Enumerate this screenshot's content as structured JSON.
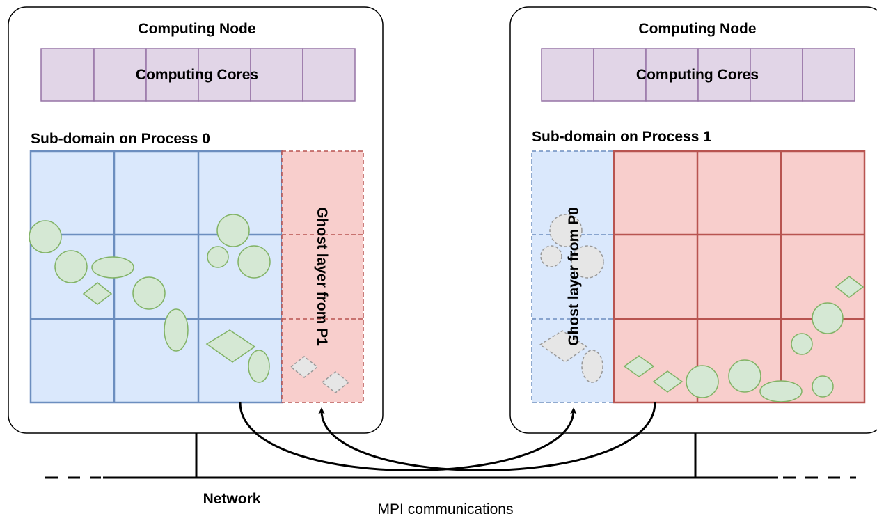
{
  "nodes": [
    {
      "title": "Computing Node",
      "cores_label": "Computing Cores",
      "subdomain_label": "Sub-domain on Process 0",
      "ghost_label": "Ghost layer from P1"
    },
    {
      "title": "Computing Node",
      "cores_label": "Computing Cores",
      "subdomain_label": "Sub-domain on Process 1",
      "ghost_label": "Ghost layer from P0"
    }
  ],
  "network_label": "Network",
  "mpi_label": "MPI communications",
  "colors": {
    "core_fill": "#e1d5e7",
    "core_stroke": "#9673a6",
    "domain_blue_fill": "#dae8fc",
    "domain_blue_stroke": "#6c8ebf",
    "domain_red_fill": "#f8cecc",
    "domain_red_stroke": "#b85450",
    "particle_fill": "#d5e8d4",
    "particle_stroke": "#82b366",
    "ghost_particle_fill": "#e6e6e6",
    "ghost_particle_stroke": "#999999"
  }
}
